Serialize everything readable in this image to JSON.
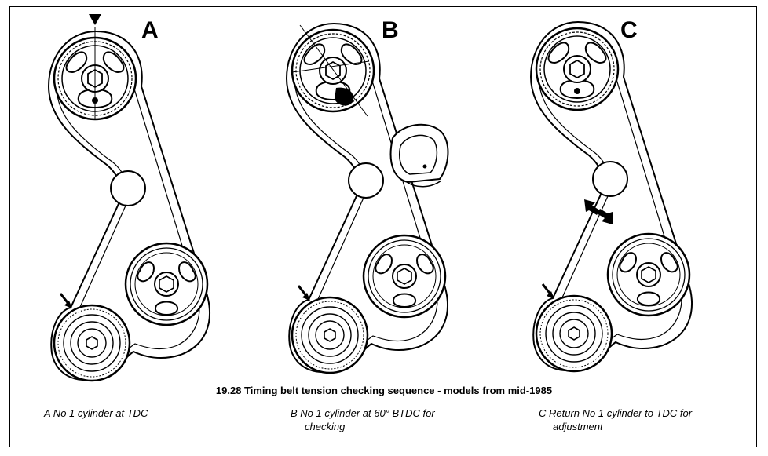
{
  "figure": {
    "title": "19.28 Timing belt tension checking sequence - models from mid-1985",
    "panels": [
      {
        "letter": "A",
        "caption_line1": "A  No 1 cylinder at TDC",
        "caption_line2": ""
      },
      {
        "letter": "B",
        "caption_line1": "B  No 1 cylinder at 60° BTDC for",
        "caption_line2": "checking"
      },
      {
        "letter": "C",
        "caption_line1": "C  Return No 1 cylinder to TDC for",
        "caption_line2": "adjustment"
      }
    ]
  },
  "colors": {
    "ink": "#000000",
    "background": "#ffffff"
  }
}
